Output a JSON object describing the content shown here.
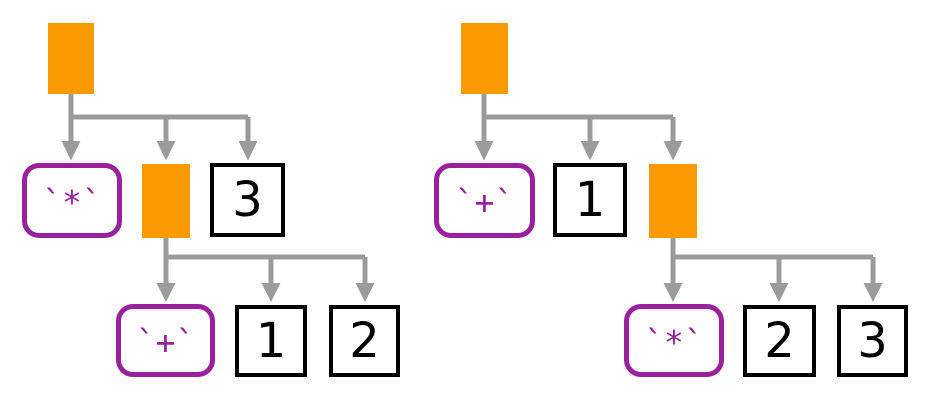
{
  "colors": {
    "expression_fill": "#FB9900",
    "operator_border": "#9A219C",
    "operator_text": "#9A219C",
    "number_border": "#000000",
    "number_text": "#000000",
    "connector": "#9B9B9B",
    "background": "#FFFFFF"
  },
  "trees": [
    {
      "id": "left-tree",
      "root": {
        "kind": "expression-node",
        "label": ""
      },
      "level1": [
        {
          "kind": "operator-terminal",
          "label": "`*`"
        },
        {
          "kind": "expression-node",
          "label": ""
        },
        {
          "kind": "number-terminal",
          "label": "3"
        }
      ],
      "level2": [
        {
          "kind": "operator-terminal",
          "label": "`+`"
        },
        {
          "kind": "number-terminal",
          "label": "1"
        },
        {
          "kind": "number-terminal",
          "label": "2"
        }
      ]
    },
    {
      "id": "right-tree",
      "root": {
        "kind": "expression-node",
        "label": ""
      },
      "level1": [
        {
          "kind": "operator-terminal",
          "label": "`+`"
        },
        {
          "kind": "number-terminal",
          "label": "1"
        },
        {
          "kind": "expression-node",
          "label": ""
        }
      ],
      "level2": [
        {
          "kind": "operator-terminal",
          "label": "`*`"
        },
        {
          "kind": "number-terminal",
          "label": "2"
        },
        {
          "kind": "number-terminal",
          "label": "3"
        }
      ]
    }
  ]
}
